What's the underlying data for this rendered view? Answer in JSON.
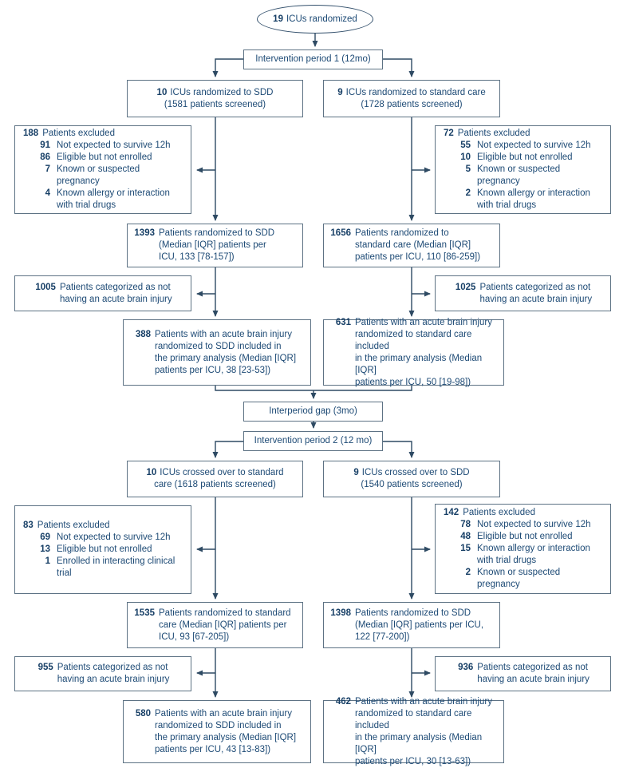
{
  "colors": {
    "text_navy": "#1d4a75",
    "number_navy": "#173f66",
    "line_navy": "#2e4a63",
    "box_border": "#5d7284",
    "background": "#ffffff"
  },
  "diagram": {
    "start": {
      "num": "19",
      "text": "ICUs randomized"
    },
    "period1": {
      "label": "Intervention period 1 (12mo)",
      "left": {
        "arm": {
          "num": "10",
          "text": "ICUs randomized to SDD\n(1581 patients screened)"
        },
        "excluded": {
          "num": "188",
          "label": "Patients excluded",
          "items": [
            {
              "num": "91",
              "text": "Not expected to survive 12h"
            },
            {
              "num": "86",
              "text": "Eligible but not enrolled"
            },
            {
              "num": "7",
              "text": "Known or suspected pregnancy"
            },
            {
              "num": "4",
              "text": "Known allergy or interaction\nwith trial drugs"
            }
          ]
        },
        "randomized": {
          "num": "1393",
          "text": "Patients randomized to SDD\n(Median [IQR] patients per\nICU, 133 [78-157])"
        },
        "no_injury": {
          "num": "1005",
          "text": "Patients categorized as not\nhaving an acute brain injury"
        },
        "analysis": {
          "num": "388",
          "text": "Patients with an acute brain injury\nrandomized to SDD included in\nthe primary analysis (Median [IQR]\npatients per ICU, 38 [23-53])"
        }
      },
      "right": {
        "arm": {
          "num": "9",
          "text": "ICUs randomized to standard care\n(1728 patients screened)"
        },
        "excluded": {
          "num": "72",
          "label": "Patients excluded",
          "items": [
            {
              "num": "55",
              "text": "Not expected to survive 12h"
            },
            {
              "num": "10",
              "text": "Eligible but not enrolled"
            },
            {
              "num": "5",
              "text": "Known or suspected pregnancy"
            },
            {
              "num": "2",
              "text": "Known allergy or interaction\nwith trial drugs"
            }
          ]
        },
        "randomized": {
          "num": "1656",
          "text": "Patients randomized to\nstandard care (Median [IQR]\npatients per ICU, 110 [86-259])"
        },
        "no_injury": {
          "num": "1025",
          "text": "Patients categorized as not\nhaving an acute brain injury"
        },
        "analysis": {
          "num": "631",
          "text": "Patients with an acute brain injury\nrandomized to standard care included\nin the primary analysis (Median [IQR]\npatients per ICU, 50 [19-98])"
        }
      }
    },
    "interperiod_gap": {
      "label": "Interperiod gap (3mo)"
    },
    "period2": {
      "label": "Intervention period 2 (12 mo)",
      "left": {
        "arm": {
          "num": "10",
          "text": "ICUs crossed over to standard\ncare (1618 patients screened)"
        },
        "excluded": {
          "num": "83",
          "label": "Patients excluded",
          "items": [
            {
              "num": "69",
              "text": "Not expected to survive 12h"
            },
            {
              "num": "13",
              "text": "Eligible but not enrolled"
            },
            {
              "num": "1",
              "text": "Enrolled in interacting clinical\ntrial"
            }
          ]
        },
        "randomized": {
          "num": "1535",
          "text": "Patients randomized to standard\ncare (Median [IQR] patients per\nICU, 93 [67-205])"
        },
        "no_injury": {
          "num": "955",
          "text": "Patients categorized as not\nhaving an acute brain injury"
        },
        "analysis": {
          "num": "580",
          "text": "Patients with an acute brain injury\nrandomized to SDD included in\nthe primary analysis (Median [IQR]\npatients per ICU, 43 [13-83])"
        }
      },
      "right": {
        "arm": {
          "num": "9",
          "text": "ICUs crossed over to SDD\n(1540 patients screened)"
        },
        "excluded": {
          "num": "142",
          "label": "Patients excluded",
          "items": [
            {
              "num": "78",
              "text": "Not expected to survive 12h"
            },
            {
              "num": "48",
              "text": "Eligible but not enrolled"
            },
            {
              "num": "15",
              "text": "Known allergy or interaction\nwith trial drugs"
            },
            {
              "num": "2",
              "text": "Known or suspected pregnancy"
            }
          ]
        },
        "randomized": {
          "num": "1398",
          "text": "Patients randomized to SDD\n(Median [IQR] patients per ICU,\n122 [77-200])"
        },
        "no_injury": {
          "num": "936",
          "text": "Patients categorized as not\nhaving an acute brain injury"
        },
        "analysis": {
          "num": "462",
          "text": "Patients with an acute brain injury\nrandomized to standard care included\nin the primary analysis (Median [IQR]\npatients per ICU, 30 [13-63])"
        }
      }
    }
  }
}
